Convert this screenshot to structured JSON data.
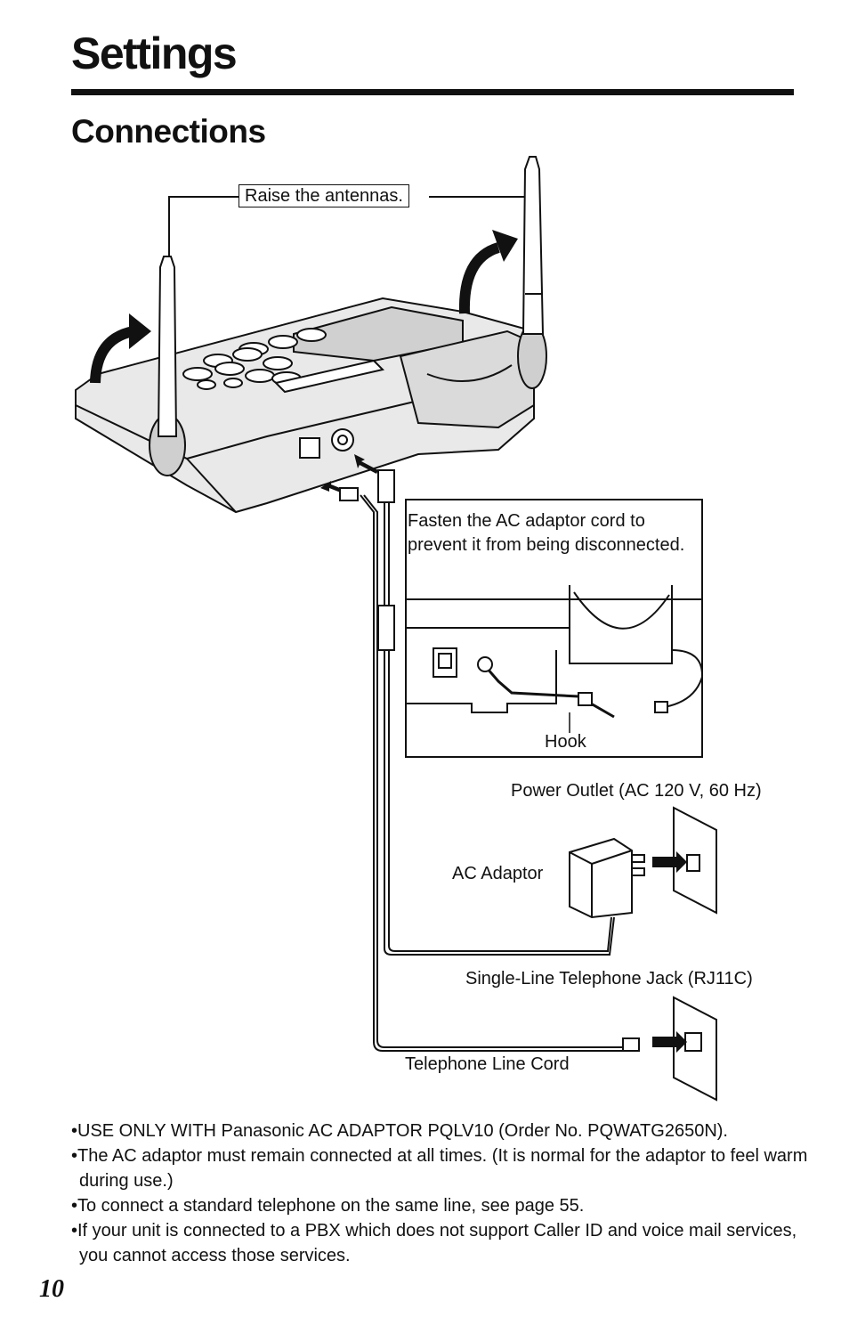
{
  "header": {
    "title": "Settings",
    "subtitle": "Connections"
  },
  "diagram": {
    "antenna_label": "Raise the antennas.",
    "note": "Fasten the AC adaptor cord to prevent it from being disconnected.",
    "hook_label": "Hook",
    "power_outlet_label": "Power Outlet (AC 120 V, 60 Hz)",
    "ac_adaptor_label": "AC Adaptor",
    "jack_label": "Single-Line Telephone Jack (RJ11C)",
    "line_cord_label": "Telephone Line Cord"
  },
  "notes": [
    "•USE ONLY WITH Panasonic AC ADAPTOR PQLV10 (Order No. PQWATG2650N).",
    "•The AC adaptor must remain connected at all times. (It is normal for the adaptor to feel warm during use.)",
    "•To connect a standard telephone on the same line, see page 55.",
    "•If your unit is connected to a PBX which does not support Caller ID and voice mail services, you cannot access those services."
  ],
  "page_number": "10"
}
